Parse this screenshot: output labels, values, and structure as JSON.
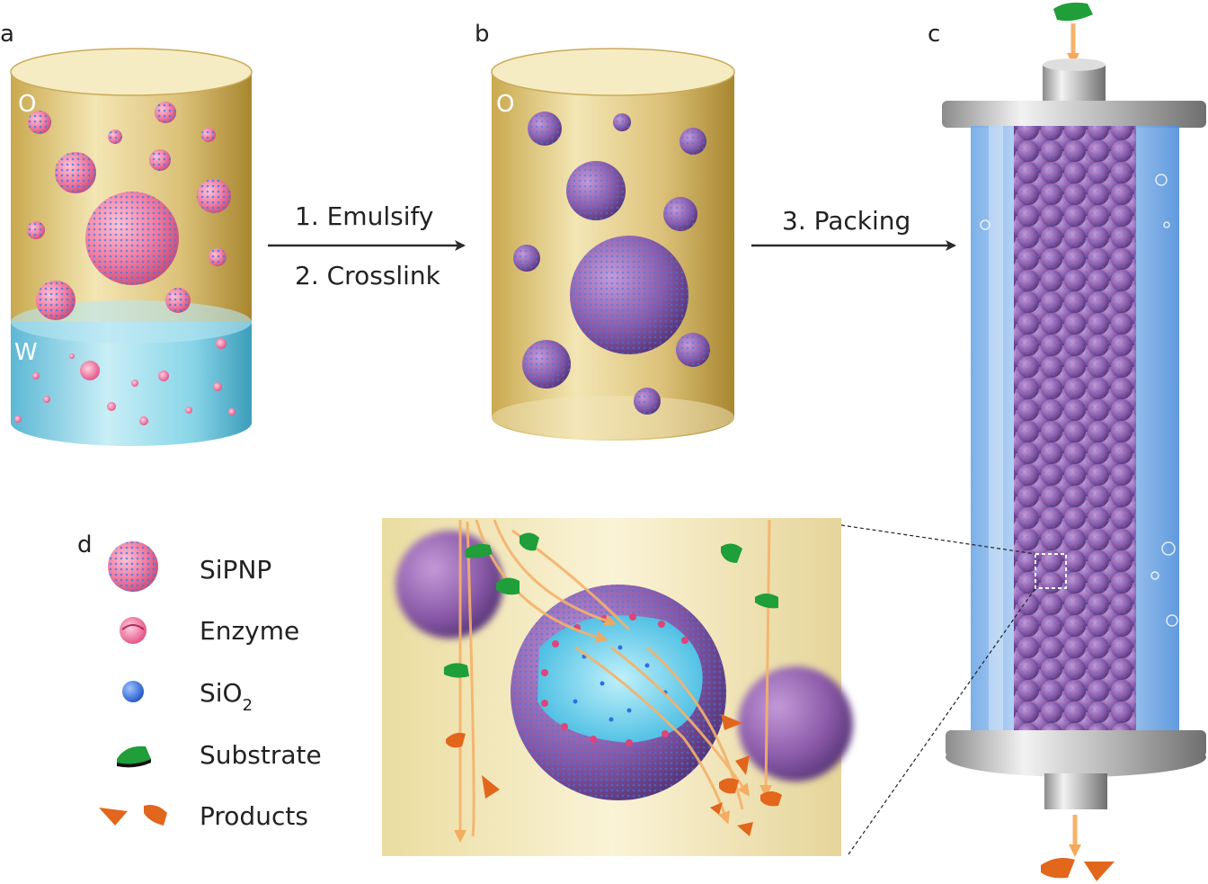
{
  "panels": {
    "a": "a",
    "b": "b",
    "c": "c",
    "d": "d"
  },
  "phase_labels": {
    "oil_a": "O",
    "water_a": "W",
    "oil_b": "O"
  },
  "steps": {
    "emulsify": "1. Emulsify",
    "crosslink": "2. Crosslink",
    "packing": "3. Packing"
  },
  "legend": {
    "items": [
      {
        "key": "sipnp",
        "label": "SiPNP"
      },
      {
        "key": "enzyme",
        "label": "Enzyme"
      },
      {
        "key": "sio2",
        "label": "SiO",
        "sub": "2"
      },
      {
        "key": "substrate",
        "label": "Substrate"
      },
      {
        "key": "products",
        "label": "Products"
      }
    ]
  },
  "colors": {
    "oil": "#d9c27a",
    "water": "#79cde0",
    "pink": "#f07aa0",
    "blue_dot": "#2f6fe0",
    "purple": "#8a5aa8",
    "substrate": "#1f9e3a",
    "product": "#e2661c",
    "flow": "#f5b26b"
  }
}
